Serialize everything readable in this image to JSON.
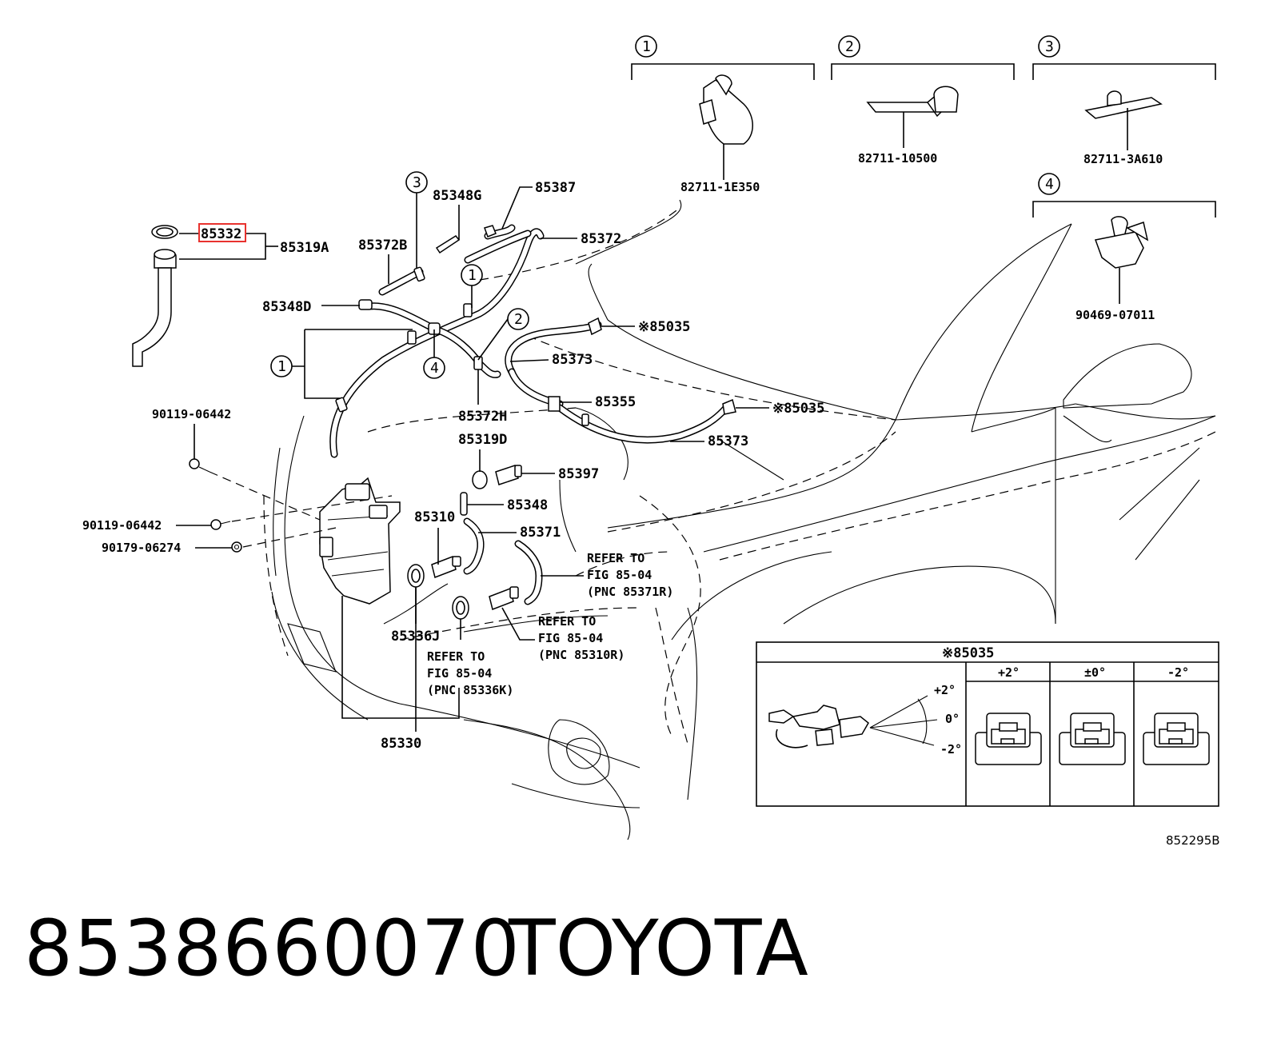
{
  "title": "8538660070",
  "brand": "TOYOTA",
  "figure_id": "852295B",
  "clip_callouts": [
    {
      "num": "1",
      "part": "82711-1E350"
    },
    {
      "num": "2",
      "part": "82711-10500"
    },
    {
      "num": "3",
      "part": "82711-3A610"
    },
    {
      "num": "4",
      "part": "90469-07011"
    }
  ],
  "parts": {
    "p85332": "85332",
    "p85319A": "85319A",
    "p85348G": "85348G",
    "p85387": "85387",
    "p85372B": "85372B",
    "p85372": "85372",
    "p85348D": "85348D",
    "p85035a": "※85035",
    "p85373a": "85373",
    "p85355": "85355",
    "p85035b": "※85035",
    "p85373b": "85373",
    "p85372H": "85372H",
    "p85319D": "85319D",
    "p85397": "85397",
    "p85348": "85348",
    "p85310": "85310",
    "p85371": "85371",
    "p85336J": "85336J",
    "p85330": "85330",
    "b1": "90119-06442",
    "b2": "90119-06442",
    "b3": "90179-06274"
  },
  "refer": {
    "r1": [
      "REFER TO",
      "FIG 85-04",
      "(PNC 85371R)"
    ],
    "r2": [
      "REFER TO",
      "FIG 85-04",
      "(PNC 85310R)"
    ],
    "r3": [
      "REFER TO",
      "FIG 85-04",
      "(PNC 85336K)"
    ]
  },
  "inset": {
    "title": "※85035",
    "columns": [
      "+2°",
      "±0°",
      "-2°"
    ],
    "angles": [
      "+2°",
      "0°",
      "-2°"
    ]
  },
  "colors": {
    "highlight": "#e8322e",
    "line": "#000000",
    "background": "#ffffff"
  }
}
